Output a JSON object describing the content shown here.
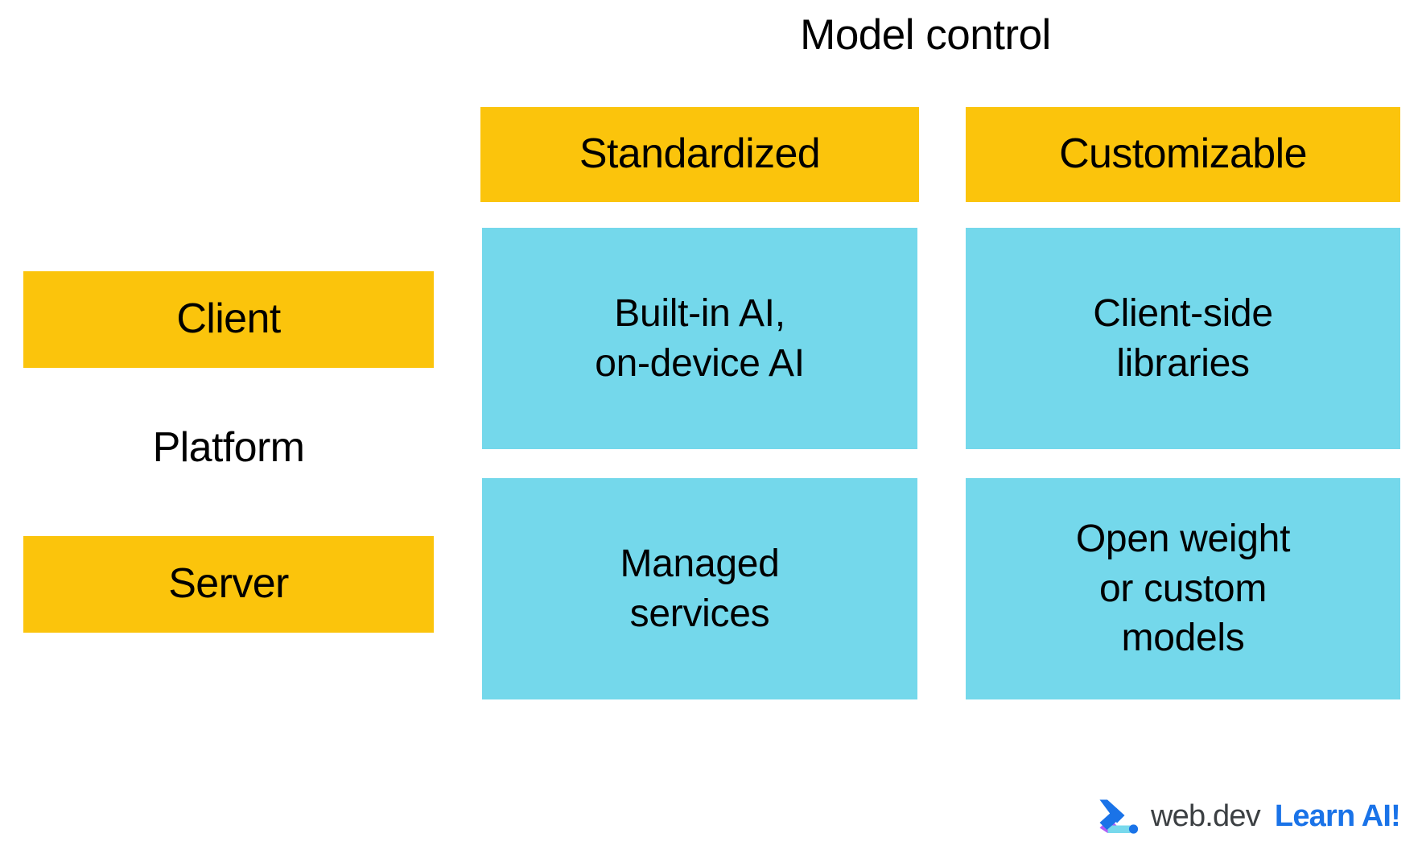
{
  "page": {
    "title": "Model control",
    "background_color": "#FFFFFF"
  },
  "colors": {
    "header_yellow": "#FBC40C",
    "cell_cyan": "#74D8EB",
    "text_black": "#000000",
    "brand_gray": "#3C4043",
    "brand_blue": "#1A73E8",
    "brand_purple": "#AF5CF7",
    "brand_cyan": "#78D9EC"
  },
  "matrix": {
    "x_axis_title": "Model control",
    "y_axis_title": "Platform",
    "column_headers": [
      {
        "label": "Standardized"
      },
      {
        "label": "Customizable"
      }
    ],
    "row_headers": [
      {
        "label": "Client"
      },
      {
        "label": "Server"
      }
    ],
    "cells": [
      {
        "row": "Client",
        "column": "Standardized",
        "line1": "Built-in AI,",
        "line2": "on-device AI",
        "line3": ""
      },
      {
        "row": "Client",
        "column": "Customizable",
        "line1": "Client-side",
        "line2": "libraries",
        "line3": ""
      },
      {
        "row": "Server",
        "column": "Standardized",
        "line1": "Managed",
        "line2": "services",
        "line3": ""
      },
      {
        "row": "Server",
        "column": "Customizable",
        "line1": "Open weight",
        "line2": "or custom",
        "line3": "models"
      }
    ]
  },
  "branding": {
    "logo_icon": "webdev-chevron-logo",
    "wordmark": "web.dev",
    "tagline": "Learn AI!"
  }
}
